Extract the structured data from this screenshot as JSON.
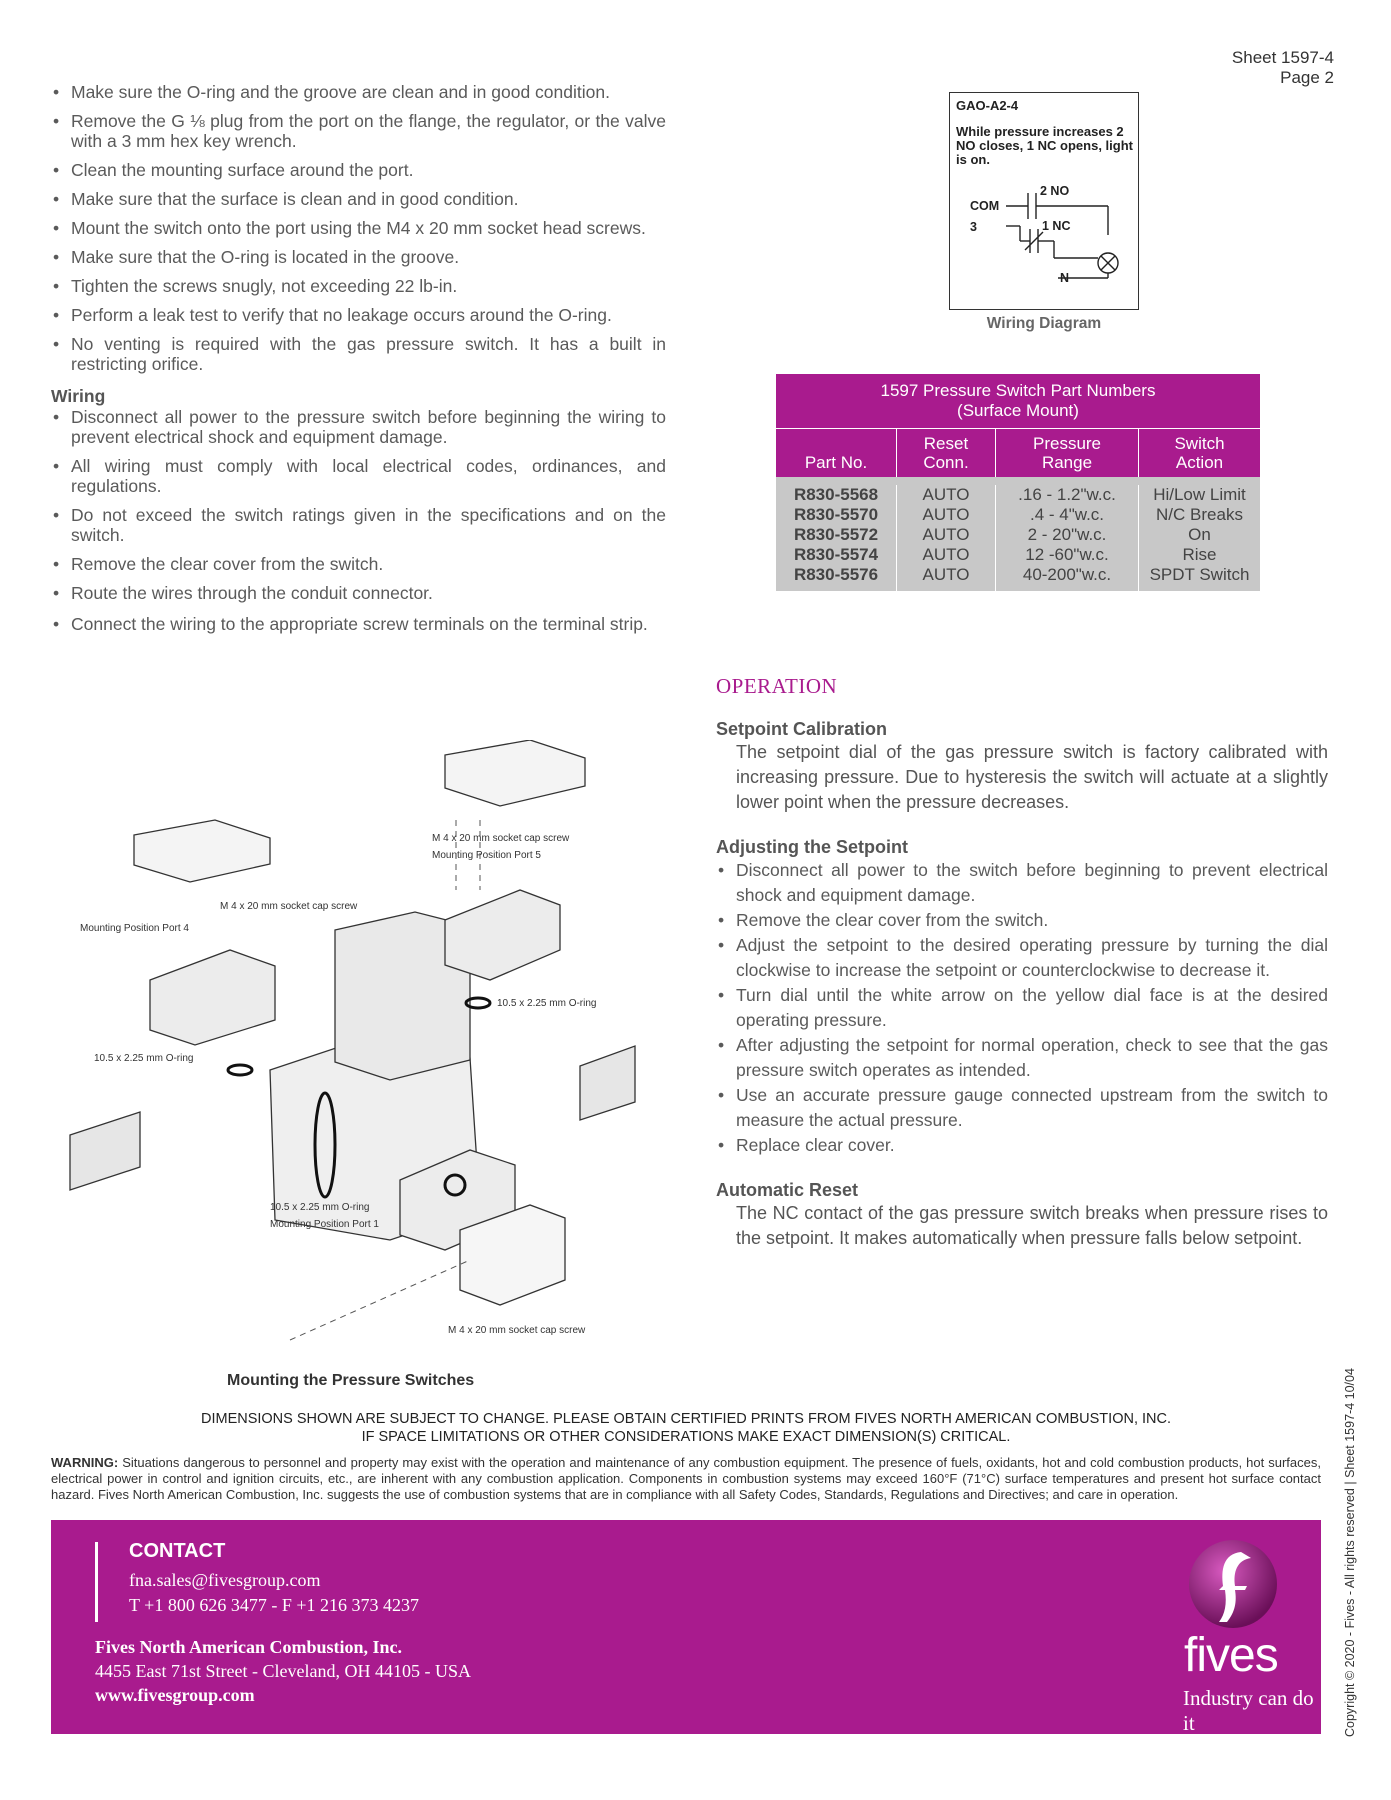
{
  "header": {
    "sheet": "Sheet 1597-4",
    "page": "Page 2"
  },
  "install_bullets": [
    "Make sure the O-ring and the groove are clean and in good condition.",
    "Remove the G ⅛ plug from the port on the flange, the regulator, or the valve with a 3 mm hex key wrench.",
    "Clean the mounting surface around the port.",
    "Make sure that the surface is clean and in good condition.",
    "Mount the switch onto the port using the M4 x 20 mm socket head screws.",
    "Make sure that the O-ring is located in the groove.",
    "Tighten the screws snugly, not exceeding 22 lb-in.",
    "Perform a leak test to verify that no leakage occurs around the O-ring.",
    "No venting is required with the gas pressure switch. It has a built in restricting orifice."
  ],
  "wiring": {
    "heading": "Wiring",
    "bullets": [
      "Disconnect all power to the pressure switch before beginning the wiring to prevent electrical shock and equipment damage.",
      "All wiring must comply with local electrical codes, ordinances, and regulations.",
      "Do not exceed the switch ratings given in the specifications and on the switch.",
      "Remove the clear cover from the switch.",
      "Route the wires through the conduit connector.",
      "Connect the wiring to the appropriate screw terminals on the terminal strip."
    ]
  },
  "wiring_diagram": {
    "model": "GAO-A2-4",
    "description": "While pressure increases 2 NO closes, 1 NC opens, light is on.",
    "labels": {
      "com": "COM",
      "three": "3",
      "no": "2 NO",
      "nc": "1 NC",
      "n": "N"
    },
    "caption": "Wiring Diagram"
  },
  "parts_table": {
    "title_line1": "1597 Pressure Switch Part Numbers",
    "title_line2": "(Surface Mount)",
    "headers": {
      "part_no": "Part No.",
      "reset_1": "Reset",
      "reset_2": "Conn.",
      "pressure_1": "Pressure",
      "pressure_2": "Range",
      "action_1": "Switch",
      "action_2": "Action"
    },
    "rows": [
      [
        "R830-5568",
        "AUTO",
        ".16 - 1.2\"w.c.",
        "Hi/Low Limit"
      ],
      [
        "R830-5570",
        "AUTO",
        ".4 - 4\"w.c.",
        "N/C Breaks"
      ],
      [
        "R830-5572",
        "AUTO",
        "2 - 20\"w.c.",
        "On"
      ],
      [
        "R830-5574",
        "AUTO",
        "12 -60\"w.c.",
        "Rise"
      ],
      [
        "R830-5576",
        "AUTO",
        "40-200\"w.c.",
        "SPDT Switch"
      ]
    ]
  },
  "operation": {
    "title": "OPERATION",
    "setpoint_calibration": {
      "heading": "Setpoint Calibration",
      "text": "The setpoint dial of the gas pressure switch is factory calibrated with increasing pressure. Due to hysteresis the switch will actuate at a slightly lower point when the pressure decreases."
    },
    "adjusting": {
      "heading": "Adjusting the Setpoint",
      "bullets": [
        "Disconnect all power to the switch before beginning to prevent electrical shock and equipment damage.",
        "Remove the clear cover from the switch.",
        "Adjust the setpoint to the desired operating pressure by turning the dial clockwise to increase the setpoint or counterclockwise to decrease it.",
        "Turn dial until the white arrow on the yellow dial face is at the desired operating pressure.",
        "After adjusting the setpoint for normal operation, check to see that the gas pressure switch operates as intended.",
        "Use an accurate pressure gauge connected upstream from the switch to measure the actual pressure.",
        "Replace clear cover."
      ]
    },
    "automatic_reset": {
      "heading": "Automatic Reset",
      "text": "The NC contact of the gas pressure switch breaks when pressure rises to the setpoint. It makes automatically when pressure falls below setpoint."
    }
  },
  "figure": {
    "callouts": {
      "screw_top": "M 4 x 20 mm socket cap screw",
      "port5": "Mounting Position Port 5",
      "screw_left": "M 4 x 20 mm socket cap screw",
      "port4": "Mounting Position Port 4",
      "oring_right": "10.5 x 2.25 mm O-ring",
      "oring_left": "10.5 x 2.25 mm O-ring",
      "oring_bottom": "10.5 x 2.25 mm O-ring",
      "port1": "Mounting Position Port 1",
      "screw_bottom": "M 4 x 20 mm socket cap screw"
    },
    "caption": "Mounting the Pressure Switches"
  },
  "dimensions_notice": {
    "line1": "DIMENSIONS SHOWN ARE SUBJECT TO CHANGE. PLEASE OBTAIN CERTIFIED PRINTS FROM FIVES NORTH AMERICAN COMBUSTION, INC.",
    "line2": "IF SPACE LIMITATIONS OR OTHER CONSIDERATIONS MAKE EXACT DIMENSION(S) CRITICAL."
  },
  "warning": {
    "label": "WARNING:",
    "text": "Situations dangerous to personnel and property may exist with the operation and maintenance of any combustion equipment. The presence of fuels, oxidants, hot and cold combustion products, hot surfaces, electrical power in control and ignition circuits, etc., are inherent with any combustion application. Components in combustion systems may exceed 160°F (71°C) surface temperatures and present hot surface contact hazard. Fives North American Combustion, Inc. suggests the use of combustion systems that are in compliance with all Safety Codes, Standards, Regulations and Directives; and care in operation."
  },
  "contact": {
    "heading": "CONTACT",
    "email": "fna.sales@fivesgroup.com",
    "phone": "T +1 800 626 3477 - F +1 216 373 4237",
    "company": "Fives North American Combustion, Inc.",
    "address": "4455 East 71st Street - Cleveland, OH 44105 - USA",
    "website": "www.fivesgroup.com"
  },
  "brand": {
    "name": "fives",
    "tagline": "Industry can do it",
    "color": "#a91b8e"
  },
  "copyright": "Copyright © 2020 - Fives - All rights reserved | Sheet 1597-4 10/04"
}
